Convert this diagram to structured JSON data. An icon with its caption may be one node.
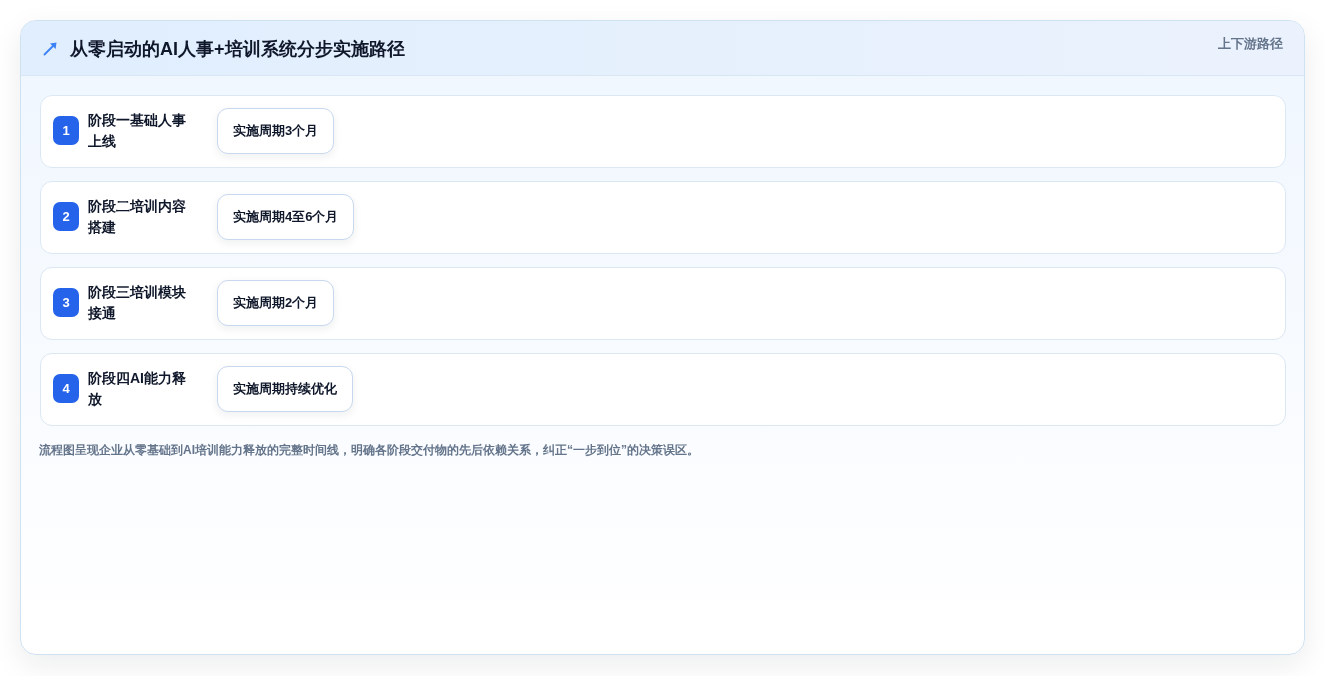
{
  "diagram": {
    "title": "从零启动的AI人事+培训系统分步实施路径",
    "caption": "流程图呈现企业从零基础到AI培训能力释放的完整时间线，明确各阶段交付物的先后依赖关系，纠正“一步到位”的决策误区。",
    "nodes": [
      {
        "text": [
          "阶段一基础人事上线"
        ]
      },
      {
        "text": [
          "1"
        ],
        "in": 0
      },
      {
        "text": [
          "实施周期3个月"
        ],
        "in": 0
      },
      {
        "text": [
          "阶段二培训内容搭建"
        ]
      },
      {
        "text": [
          "2"
        ],
        "in": 3
      },
      {
        "text": [
          "实施周期4至6个月"
        ],
        "in": 3
      },
      {
        "text": [
          "阶段三培训模块接通"
        ]
      },
      {
        "text": [
          "3"
        ],
        "in": 6
      },
      {
        "text": [
          "实施周期2个月"
        ],
        "in": 6
      },
      {
        "text": [
          "阶段四AI能力释放"
        ]
      },
      {
        "text": [
          "4"
        ],
        "in": 9
      },
      {
        "text": [
          "实施周期持续优化"
        ],
        "in": 9
      }
    ],
    "labels": [
      "上下游路径"
    ]
  }
}
